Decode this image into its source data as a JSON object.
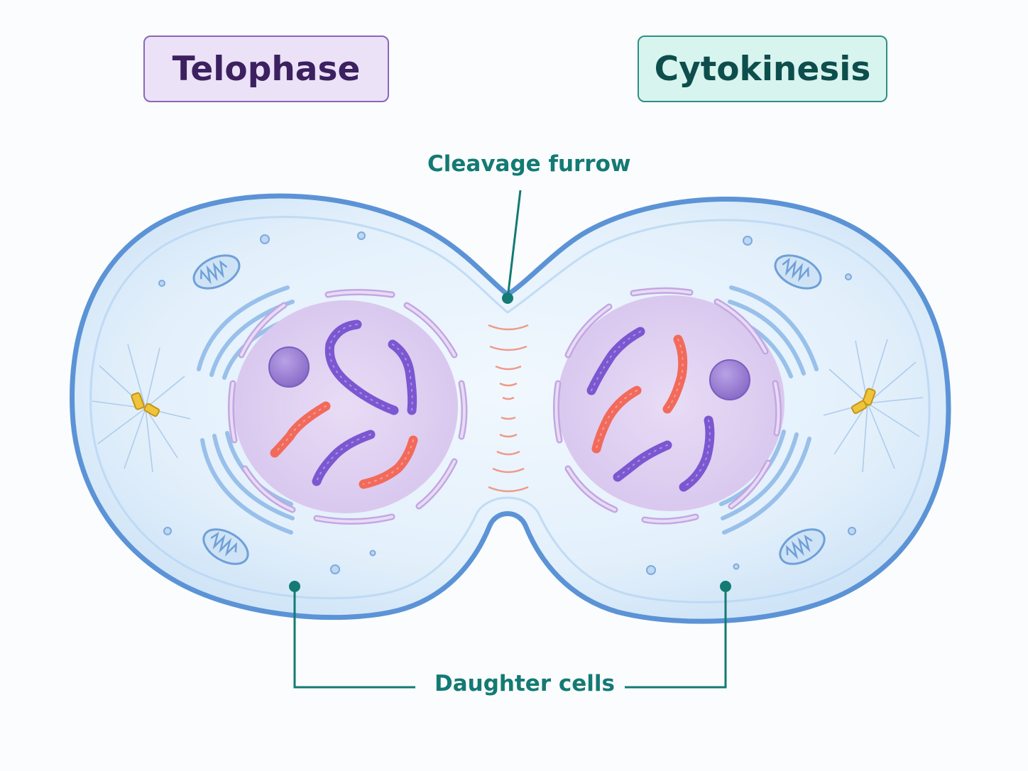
{
  "stages": {
    "left": "Telophase",
    "right": "Cytokinesis"
  },
  "labels": {
    "cleavage_furrow": "Cleavage furrow",
    "daughter_cells": "Daughter cells"
  },
  "colors": {
    "membrane": "#5b93d6",
    "cytoplasm": "#e2f0fb",
    "nucleus": "#ddcdf0",
    "nuclear_envelope": "#c3a7e2",
    "chromosome_purple": "#7b57d1",
    "chromosome_red": "#f26a5b",
    "centrosome": "#e6b82e",
    "callout": "#137a74",
    "telophase_box": "#ece2f7",
    "cytokinesis_box": "#d8f4ef"
  },
  "icons": [
    "mitochondrion-icon",
    "golgi-icon",
    "centrosome-icon",
    "nucleolus-icon",
    "chromosome-icon",
    "vesicle-icon"
  ]
}
